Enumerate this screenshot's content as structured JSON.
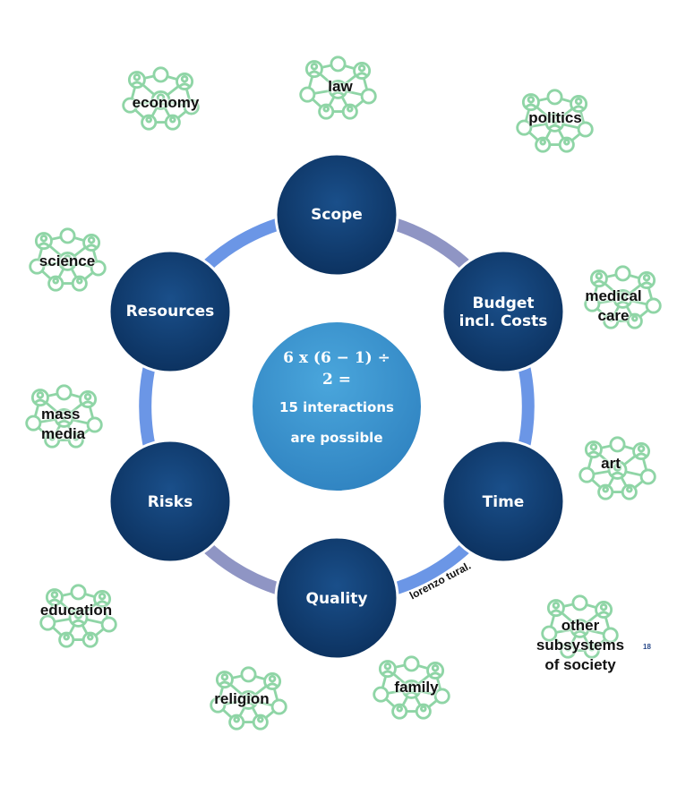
{
  "center": {
    "formula": "6 x (6 − 1) ÷",
    "formula2": "2 =",
    "line1": "15 interactions",
    "line2": "are possible"
  },
  "nodes": [
    {
      "id": "scope",
      "label": "Scope"
    },
    {
      "id": "budget",
      "label1": "Budget",
      "label2": "incl. Costs"
    },
    {
      "id": "time",
      "label": "Time"
    },
    {
      "id": "quality",
      "label": "Quality"
    },
    {
      "id": "risks",
      "label": "Risks"
    },
    {
      "id": "resources",
      "label": "Resources"
    }
  ],
  "subsystems": {
    "economy": "economy",
    "law": "law",
    "politics": "politics",
    "science": "science",
    "medical1": "medical",
    "medical2": "care",
    "mass1": "mass",
    "mass2": "media",
    "art": "art",
    "education": "education",
    "other1": "other",
    "other2": "subsystems",
    "other3": "of society",
    "religion": "religion",
    "family": "family"
  },
  "author": "lorenzo tural.",
  "page_number": "18",
  "colors": {
    "node_fill": "#0f3b6e",
    "center_fill": "#3a93cd",
    "ring_blue": "#6b96e6",
    "ring_grey": "#8f95c4",
    "icon_green": "#8fd5a6"
  }
}
